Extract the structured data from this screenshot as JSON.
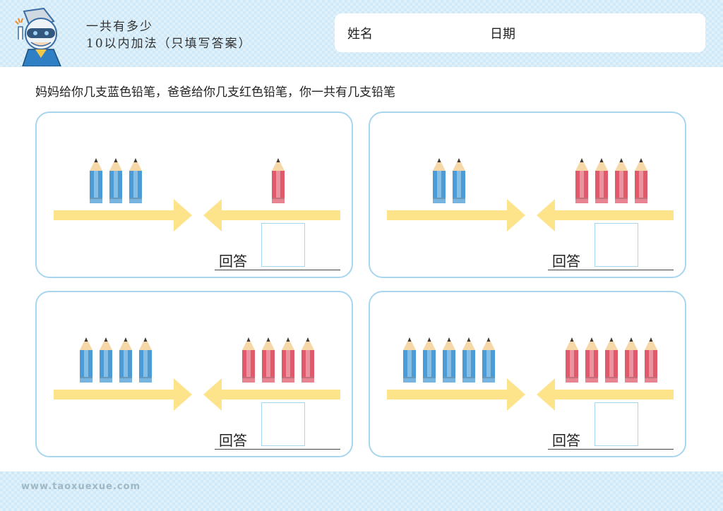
{
  "header": {
    "title_line1": "一共有多少",
    "title_line2": "10以内加法（只填写答案）",
    "name_label": "姓名",
    "date_label": "日期"
  },
  "instruction": "妈妈给你几支蓝色铅笔，爸爸给你几支红色铅笔，你一共有几支铅笔",
  "problems": [
    {
      "blue": 3,
      "red": 1,
      "answer_label": "回答"
    },
    {
      "blue": 2,
      "red": 4,
      "answer_label": "回答"
    },
    {
      "blue": 4,
      "red": 4,
      "answer_label": "回答"
    },
    {
      "blue": 5,
      "red": 5,
      "answer_label": "回答"
    }
  ],
  "colors": {
    "blue_pencil": "#4a9bd6",
    "red_pencil": "#e05a6c",
    "arrow": "#fde38a",
    "card_border": "#a8d6ef",
    "header_bg": "#cfe9f8"
  },
  "footer": {
    "watermark": "www.taoxuexue.com"
  }
}
